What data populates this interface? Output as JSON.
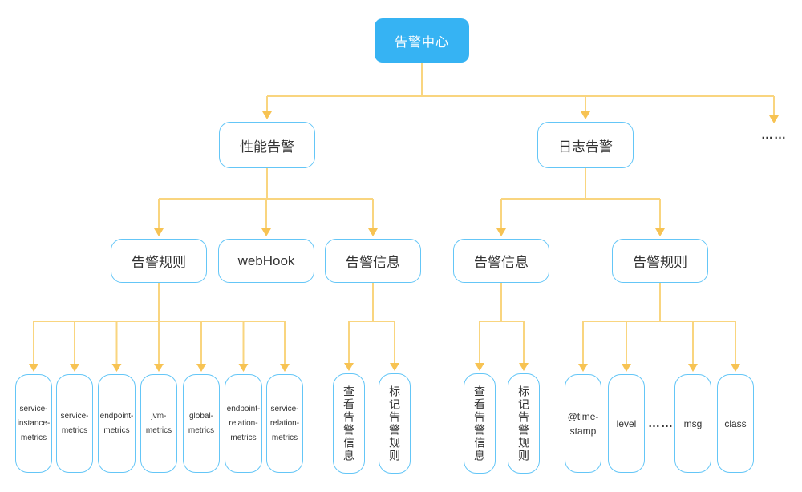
{
  "colors": {
    "background": "#ffffff",
    "root_fill": "#36b3f3",
    "root_text": "#ffffff",
    "box_border": "#64c6f7",
    "line_yellow": "#f9d57f",
    "arrow_yellow": "#f7c353",
    "text": "#333333"
  },
  "diagram": {
    "nodes": [
      {
        "id": "alert-center",
        "label": "告警中心",
        "variant": "primary"
      },
      {
        "id": "perf-alert",
        "label": "性能告警",
        "variant": "branch"
      },
      {
        "id": "log-alert",
        "label": "日志告警",
        "variant": "branch"
      },
      {
        "id": "more-branches",
        "label": "……",
        "variant": "text"
      },
      {
        "id": "perf-rules",
        "label": "告警规则",
        "variant": "branch"
      },
      {
        "id": "perf-webhook",
        "label": "webHook",
        "variant": "branch"
      },
      {
        "id": "perf-info",
        "label": "告警信息",
        "variant": "branch"
      },
      {
        "id": "log-info",
        "label": "告警信息",
        "variant": "branch"
      },
      {
        "id": "log-rules",
        "label": "告警规则",
        "variant": "branch"
      },
      {
        "id": "service-instance-metrics",
        "label": "service-instance-metrics",
        "variant": "metric-leaf"
      },
      {
        "id": "service-metrics",
        "label": "service-metrics",
        "variant": "metric-leaf"
      },
      {
        "id": "endpoint-metrics",
        "label": "endpoint-metrics",
        "variant": "metric-leaf"
      },
      {
        "id": "jvm-metrics",
        "label": "jvm-metrics",
        "variant": "metric-leaf"
      },
      {
        "id": "global-metrics",
        "label": "global-metrics",
        "variant": "metric-leaf"
      },
      {
        "id": "endpoint-relation-metrics",
        "label": "endpoint-relation-metrics",
        "variant": "metric-leaf"
      },
      {
        "id": "service-relation-metrics",
        "label": "service-relation-metrics",
        "variant": "metric-leaf"
      },
      {
        "id": "perf-view-alert-info",
        "label": "查看告警信息",
        "variant": "vertical-leaf"
      },
      {
        "id": "perf-mark-alert-rule",
        "label": "标记告警规则",
        "variant": "vertical-leaf"
      },
      {
        "id": "log-view-alert-info",
        "label": "查看告警信息",
        "variant": "vertical-leaf"
      },
      {
        "id": "log-mark-alert-rule",
        "label": "标记告警规则",
        "variant": "vertical-leaf"
      },
      {
        "id": "timestamp-field",
        "label": "@time-stamp",
        "variant": "field-leaf"
      },
      {
        "id": "level-field",
        "label": "level",
        "variant": "field-leaf"
      },
      {
        "id": "more-fields",
        "label": "……",
        "variant": "text"
      },
      {
        "id": "msg-field",
        "label": "msg",
        "variant": "field-leaf"
      },
      {
        "id": "class-field",
        "label": "class",
        "variant": "field-leaf"
      }
    ],
    "edges": [
      {
        "from": "alert-center",
        "to": "perf-alert"
      },
      {
        "from": "alert-center",
        "to": "log-alert"
      },
      {
        "from": "alert-center",
        "to": "more-branches"
      },
      {
        "from": "perf-alert",
        "to": "perf-rules"
      },
      {
        "from": "perf-alert",
        "to": "perf-webhook"
      },
      {
        "from": "perf-alert",
        "to": "perf-info"
      },
      {
        "from": "log-alert",
        "to": "log-info"
      },
      {
        "from": "log-alert",
        "to": "log-rules"
      },
      {
        "from": "perf-rules",
        "to": "service-instance-metrics"
      },
      {
        "from": "perf-rules",
        "to": "service-metrics"
      },
      {
        "from": "perf-rules",
        "to": "endpoint-metrics"
      },
      {
        "from": "perf-rules",
        "to": "jvm-metrics"
      },
      {
        "from": "perf-rules",
        "to": "global-metrics"
      },
      {
        "from": "perf-rules",
        "to": "endpoint-relation-metrics"
      },
      {
        "from": "perf-rules",
        "to": "service-relation-metrics"
      },
      {
        "from": "perf-info",
        "to": "perf-view-alert-info"
      },
      {
        "from": "perf-info",
        "to": "perf-mark-alert-rule"
      },
      {
        "from": "log-info",
        "to": "log-view-alert-info"
      },
      {
        "from": "log-info",
        "to": "log-mark-alert-rule"
      },
      {
        "from": "log-rules",
        "to": "timestamp-field"
      },
      {
        "from": "log-rules",
        "to": "level-field"
      },
      {
        "from": "log-rules",
        "to": "msg-field"
      },
      {
        "from": "log-rules",
        "to": "class-field"
      }
    ]
  }
}
